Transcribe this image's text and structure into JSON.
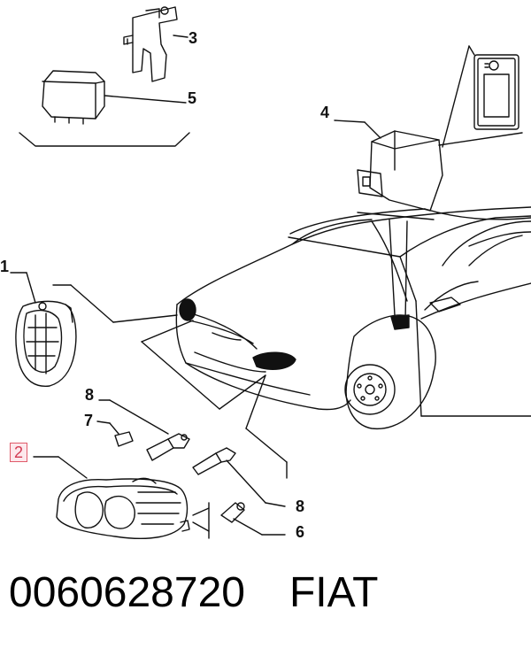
{
  "diagram": {
    "callouts": [
      {
        "id": "c3",
        "label": "3"
      },
      {
        "id": "c5",
        "label": "5"
      },
      {
        "id": "c4",
        "label": "4"
      },
      {
        "id": "c1",
        "label": "1"
      },
      {
        "id": "c8a",
        "label": "8"
      },
      {
        "id": "c7",
        "label": "7"
      },
      {
        "id": "c2",
        "label": "2",
        "highlighted": true
      },
      {
        "id": "c8b",
        "label": "8"
      },
      {
        "id": "c6",
        "label": "6"
      }
    ],
    "highlight_color": "#e05a6a",
    "line_color": "#111111"
  },
  "footer": {
    "part_number": "0060628720",
    "brand": "FIAT"
  }
}
